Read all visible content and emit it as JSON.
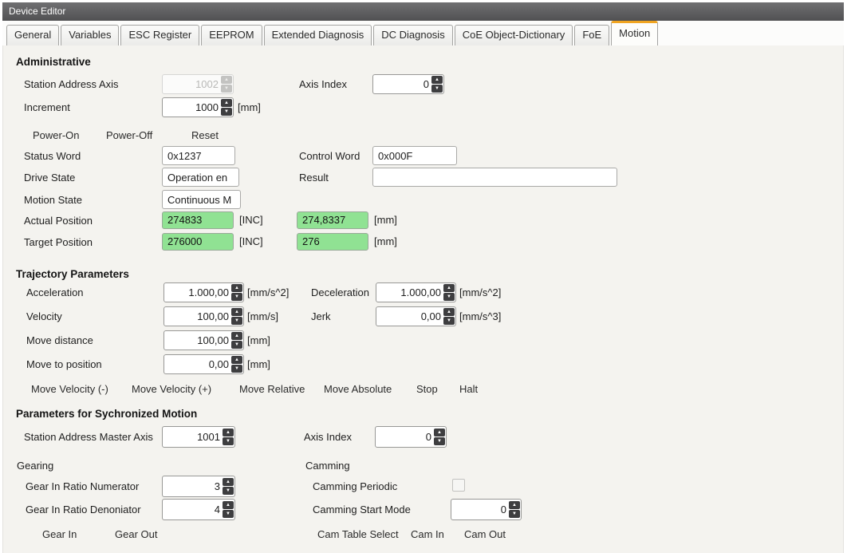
{
  "window": {
    "title": "Device Editor"
  },
  "icons": {
    "spin_up": "▲",
    "spin_down": "▼"
  },
  "colors": {
    "titlebar": "#58585a",
    "active_tab_accent": "#f0a420",
    "position_field_green": "#90e293",
    "content_background": "#f4f3ef"
  },
  "tabs": {
    "items": [
      {
        "label": "General"
      },
      {
        "label": "Variables"
      },
      {
        "label": "ESC Register"
      },
      {
        "label": "EEPROM"
      },
      {
        "label": "Extended Diagnosis"
      },
      {
        "label": "DC Diagnosis"
      },
      {
        "label": "CoE Object-Dictionary"
      },
      {
        "label": "FoE"
      },
      {
        "label": "Motion",
        "active": true
      }
    ]
  },
  "admin": {
    "heading": "Administrative",
    "station_address_axis": {
      "label": "Station Address Axis",
      "value": "1002",
      "disabled": true
    },
    "axis_index": {
      "label": "Axis Index",
      "value": "0"
    },
    "increment": {
      "label": "Increment",
      "value": "1000",
      "unit": "[mm]"
    },
    "power_on": "Power-On",
    "power_off": "Power-Off",
    "reset": "Reset",
    "status_word": {
      "label": "Status Word",
      "value": "0x1237"
    },
    "control_word": {
      "label": "Control Word",
      "value": "0x000F"
    },
    "drive_state": {
      "label": "Drive State",
      "value": "Operation en"
    },
    "result": {
      "label": "Result",
      "value": ""
    },
    "motion_state": {
      "label": "Motion State",
      "value": "Continuous M"
    },
    "actual_position": {
      "label": "Actual Position",
      "inc": "274833",
      "inc_unit": "[INC]",
      "mm": "274,8337",
      "mm_unit": "[mm]"
    },
    "target_position": {
      "label": "Target Position",
      "inc": "276000",
      "inc_unit": "[INC]",
      "mm": "276",
      "mm_unit": "[mm]"
    }
  },
  "trajectory": {
    "heading": "Trajectory Parameters",
    "acceleration": {
      "label": "Acceleration",
      "value": "1.000,00",
      "unit": "[mm/s^2]"
    },
    "deceleration": {
      "label": "Deceleration",
      "value": "1.000,00",
      "unit": "[mm/s^2]"
    },
    "velocity": {
      "label": "Velocity",
      "value": "100,00",
      "unit": "[mm/s]"
    },
    "jerk": {
      "label": "Jerk",
      "value": "0,00",
      "unit": "[mm/s^3]"
    },
    "move_distance": {
      "label": "Move distance",
      "value": "100,00",
      "unit": "[mm]"
    },
    "move_to_position": {
      "label": "Move to position",
      "value": "0,00",
      "unit": "[mm]"
    },
    "buttons": [
      "Move Velocity (-)",
      "Move Velocity (+)",
      "Move Relative",
      "Move Absolute",
      "Stop",
      "Halt"
    ]
  },
  "sync": {
    "heading": "Parameters for Sychronized Motion",
    "station_address_master_axis": {
      "label": "Station Address Master Axis",
      "value": "1001"
    },
    "axis_index": {
      "label": "Axis Index",
      "value": "0"
    },
    "gearing_label": "Gearing",
    "camming_label": "Camming",
    "gear_in_ratio_numerator": {
      "label": "Gear In Ratio Numerator",
      "value": "3"
    },
    "gear_in_ratio_denominator": {
      "label": "Gear In Ratio Denoniator",
      "value": "4"
    },
    "camming_periodic": {
      "label": "Camming Periodic",
      "checked": false
    },
    "camming_start_mode": {
      "label": "Camming Start Mode",
      "value": "0"
    },
    "gear_buttons": [
      "Gear In",
      "Gear Out"
    ],
    "cam_buttons": [
      "Cam Table Select",
      "Cam In",
      "Cam Out"
    ]
  }
}
